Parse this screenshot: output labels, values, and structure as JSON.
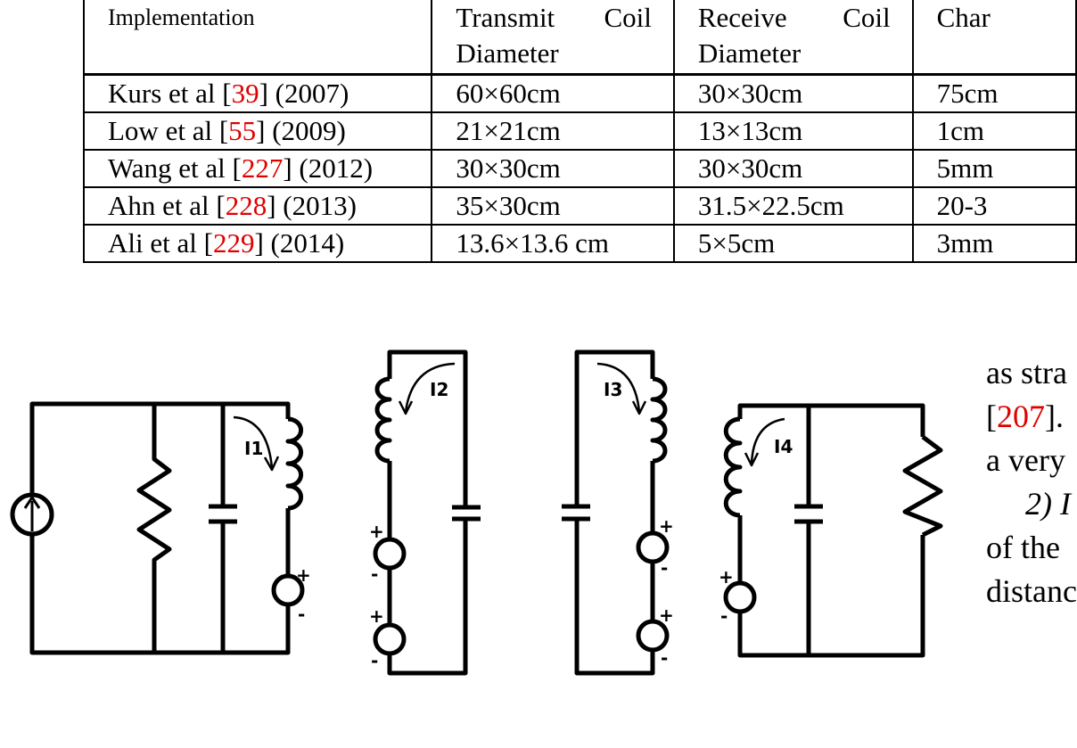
{
  "table": {
    "headers": [
      [
        "Implementation"
      ],
      [
        "Transmit",
        "Coil",
        "Diameter"
      ],
      [
        "Receive",
        "Coil",
        "Diameter"
      ],
      [
        "Char"
      ]
    ],
    "rows": [
      {
        "name": "Kurs et al [",
        "ref": "39",
        "year": "] (2007)",
        "tx": "60×60cm",
        "rx": "30×30cm",
        "charge": "75cm"
      },
      {
        "name": "Low et al [",
        "ref": "55",
        "year": "] (2009)",
        "tx": "21×21cm",
        "rx": "13×13cm",
        "charge": "1cm"
      },
      {
        "name": "Wang et al [",
        "ref": "227",
        "year": "] (2012)",
        "tx": "30×30cm",
        "rx": "30×30cm",
        "charge": "5mm"
      },
      {
        "name": "Ahn et al [",
        "ref": "228",
        "year": "] (2013)",
        "tx": "35×30cm",
        "rx": "31.5×22.5cm",
        "charge": "20-3"
      },
      {
        "name": "Ali et al [",
        "ref": "229",
        "year": "] (2014)",
        "tx": "13.6×13.6 cm",
        "rx": "5×5cm",
        "charge": "3mm"
      }
    ]
  },
  "figure": {
    "labels": [
      "I1",
      "I2",
      "I3",
      "I4"
    ],
    "plus": "+",
    "minus": "-"
  },
  "body_text": {
    "line1": "as stra",
    "line2_pre": "[",
    "line2_ref": "207",
    "line2_post": "].",
    "line3": "a very",
    "line4": "2) I",
    "line5": "of the",
    "line6": "distanc"
  },
  "colors": {
    "ref": "#e00000"
  }
}
